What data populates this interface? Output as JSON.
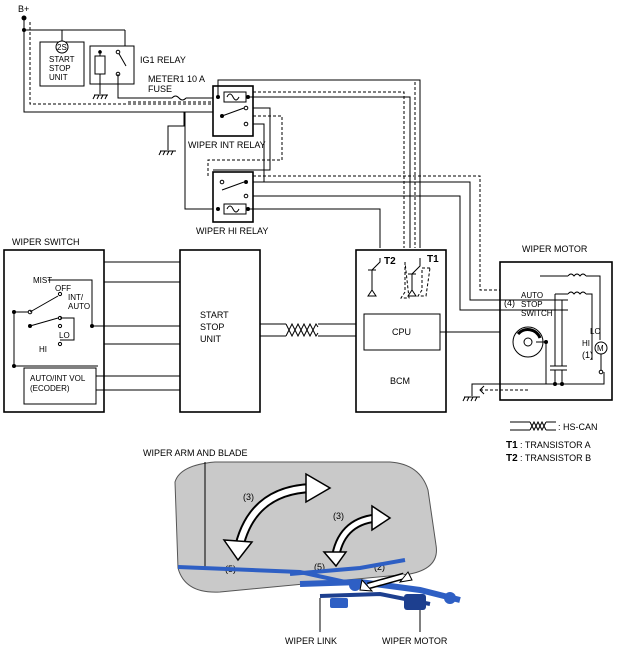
{
  "labels": {
    "bplus": "B+",
    "start_stop_unit_top": [
      "START",
      "STOP",
      "UNIT"
    ],
    "relay_2s": "2S",
    "ig1_relay": "IG1 RELAY",
    "fuse": [
      "METER1 10 A",
      "FUSE"
    ],
    "wiper_int_relay": "WIPER INT RELAY",
    "wiper_hi_relay": "WIPER HI RELAY",
    "wiper_switch": "WIPER SWITCH",
    "mist": "MIST",
    "off": "OFF",
    "int_auto": [
      "INT/",
      "AUTO"
    ],
    "lo": "LO",
    "hi": "HI",
    "auto_int_vol": [
      "AUTO/INT VOL",
      "(ECODER)"
    ],
    "start_stop_unit_mid": [
      "START",
      "STOP",
      "UNIT"
    ],
    "t2": "T2",
    "t1": "T1",
    "cpu": "CPU",
    "bcm": "BCM",
    "wiper_motor_title": "WIPER MOTOR",
    "num4": "(4)",
    "auto_stop_switch": [
      "AUTO",
      "STOP",
      "SWITCH"
    ],
    "motor_lo": "LO",
    "motor_hi": "HI",
    "num1": "(1)",
    "motor_m": "M",
    "hs_can": ": HS-CAN",
    "t1_legend_key": "T1",
    "t1_legend_val": ": TRANSISTOR A",
    "t2_legend_key": "T2",
    "t2_legend_val": ": TRANSISTOR B",
    "wiper_arm_blade": "WIPER ARM AND BLADE",
    "num3_left": "(3)",
    "num3_right": "(3)",
    "num5_left": "(5)",
    "num5_right": "(5)",
    "num2": "(2)",
    "wiper_link": "WIPER LINK",
    "wiper_motor_bottom": "WIPER MOTOR"
  },
  "colors": {
    "line": "#000000",
    "windshield": "#c9c9c9",
    "wiper_blue": "#2e5fc4",
    "wiper_dark": "#1d3f8f"
  }
}
